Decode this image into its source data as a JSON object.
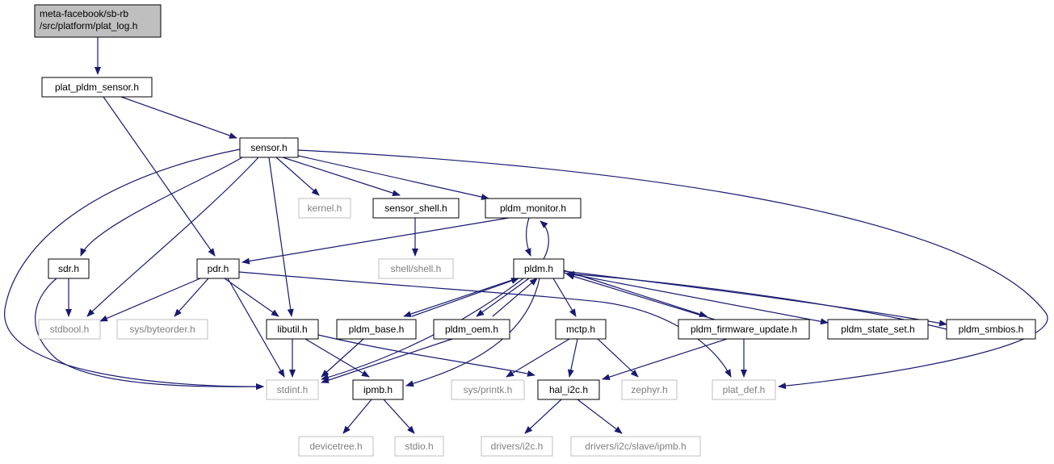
{
  "diagram": {
    "colors": {
      "edge": "#191970",
      "root_fill": "#bfbfbf",
      "node_border": "#000000",
      "missing_border": "#bfbfbf",
      "missing_text": "#7f7f7f"
    },
    "nodes": [
      {
        "id": "root",
        "lines": [
          "meta-facebook/sb-rb",
          "/src/platform/plat_log.h"
        ],
        "kind": "root"
      },
      {
        "id": "plat_pldm_sensor",
        "lines": [
          "plat_pldm_sensor.h"
        ],
        "kind": "normal"
      },
      {
        "id": "sensor",
        "lines": [
          "sensor.h"
        ],
        "kind": "normal"
      },
      {
        "id": "sdr",
        "lines": [
          "sdr.h"
        ],
        "kind": "normal"
      },
      {
        "id": "pdr",
        "lines": [
          "pdr.h"
        ],
        "kind": "normal"
      },
      {
        "id": "kernel",
        "lines": [
          "kernel.h"
        ],
        "kind": "missing"
      },
      {
        "id": "sensor_shell",
        "lines": [
          "sensor_shell.h"
        ],
        "kind": "normal"
      },
      {
        "id": "pldm_monitor",
        "lines": [
          "pldm_monitor.h"
        ],
        "kind": "normal"
      },
      {
        "id": "shell_shell",
        "lines": [
          "shell/shell.h"
        ],
        "kind": "missing"
      },
      {
        "id": "pldm",
        "lines": [
          "pldm.h"
        ],
        "kind": "normal"
      },
      {
        "id": "stdbool",
        "lines": [
          "stdbool.h"
        ],
        "kind": "missing"
      },
      {
        "id": "sys_byteorder",
        "lines": [
          "sys/byteorder.h"
        ],
        "kind": "missing"
      },
      {
        "id": "libutil",
        "lines": [
          "libutil.h"
        ],
        "kind": "normal"
      },
      {
        "id": "pldm_base",
        "lines": [
          "pldm_base.h"
        ],
        "kind": "normal"
      },
      {
        "id": "pldm_oem",
        "lines": [
          "pldm_oem.h"
        ],
        "kind": "normal"
      },
      {
        "id": "mctp",
        "lines": [
          "mctp.h"
        ],
        "kind": "normal"
      },
      {
        "id": "pldm_firmware_update",
        "lines": [
          "pldm_firmware_update.h"
        ],
        "kind": "normal"
      },
      {
        "id": "pldm_state_set",
        "lines": [
          "pldm_state_set.h"
        ],
        "kind": "normal"
      },
      {
        "id": "pldm_smbios",
        "lines": [
          "pldm_smbios.h"
        ],
        "kind": "normal"
      },
      {
        "id": "stdint",
        "lines": [
          "stdint.h"
        ],
        "kind": "missing"
      },
      {
        "id": "ipmb",
        "lines": [
          "ipmb.h"
        ],
        "kind": "normal"
      },
      {
        "id": "sys_printk",
        "lines": [
          "sys/printk.h"
        ],
        "kind": "missing"
      },
      {
        "id": "hal_i2c",
        "lines": [
          "hal_i2c.h"
        ],
        "kind": "normal"
      },
      {
        "id": "zephyr",
        "lines": [
          "zephyr.h"
        ],
        "kind": "missing"
      },
      {
        "id": "plat_def",
        "lines": [
          "plat_def.h"
        ],
        "kind": "missing"
      },
      {
        "id": "devicetree",
        "lines": [
          "devicetree.h"
        ],
        "kind": "missing"
      },
      {
        "id": "stdio",
        "lines": [
          "stdio.h"
        ],
        "kind": "missing"
      },
      {
        "id": "drivers_i2c",
        "lines": [
          "drivers/i2c.h"
        ],
        "kind": "missing"
      },
      {
        "id": "drivers_i2c_slave_ipmb",
        "lines": [
          "drivers/i2c/slave/ipmb.h"
        ],
        "kind": "missing"
      }
    ],
    "edges": [
      {
        "from": "root",
        "to": "plat_pldm_sensor"
      },
      {
        "from": "plat_pldm_sensor",
        "to": "sensor"
      },
      {
        "from": "plat_pldm_sensor",
        "to": "pdr"
      },
      {
        "from": "sensor",
        "to": "sdr"
      },
      {
        "from": "sensor",
        "to": "stdbool"
      },
      {
        "from": "sensor",
        "to": "libutil"
      },
      {
        "from": "sensor",
        "to": "kernel"
      },
      {
        "from": "sensor",
        "to": "sensor_shell"
      },
      {
        "from": "sensor",
        "to": "pldm_monitor"
      },
      {
        "from": "sensor",
        "to": "stdint"
      },
      {
        "from": "sensor",
        "to": "plat_def"
      },
      {
        "from": "sensor_shell",
        "to": "shell_shell"
      },
      {
        "from": "pldm_monitor",
        "to": "pdr"
      },
      {
        "from": "pldm_monitor",
        "to": "pldm"
      },
      {
        "from": "pldm",
        "to": "pldm_monitor"
      },
      {
        "from": "sdr",
        "to": "stdbool"
      },
      {
        "from": "sdr",
        "to": "stdint"
      },
      {
        "from": "pdr",
        "to": "stdbool"
      },
      {
        "from": "pdr",
        "to": "sys_byteorder"
      },
      {
        "from": "pdr",
        "to": "libutil"
      },
      {
        "from": "pdr",
        "to": "stdint"
      },
      {
        "from": "pdr",
        "to": "plat_def"
      },
      {
        "from": "libutil",
        "to": "stdint"
      },
      {
        "from": "libutil",
        "to": "ipmb"
      },
      {
        "from": "libutil",
        "to": "hal_i2c"
      },
      {
        "from": "pldm",
        "to": "pldm_base"
      },
      {
        "from": "pldm_base",
        "to": "pldm"
      },
      {
        "from": "pldm",
        "to": "pldm_oem"
      },
      {
        "from": "pldm_oem",
        "to": "pldm"
      },
      {
        "from": "pldm",
        "to": "mctp"
      },
      {
        "from": "pldm",
        "to": "pldm_firmware_update"
      },
      {
        "from": "pldm_firmware_update",
        "to": "pldm"
      },
      {
        "from": "pldm",
        "to": "pldm_state_set"
      },
      {
        "from": "pldm",
        "to": "pldm_smbios"
      },
      {
        "from": "pldm_smbios",
        "to": "pldm"
      },
      {
        "from": "pldm",
        "to": "stdint"
      },
      {
        "from": "pldm",
        "to": "ipmb"
      },
      {
        "from": "pldm_base",
        "to": "stdint"
      },
      {
        "from": "pldm_oem",
        "to": "stdint"
      },
      {
        "from": "mctp",
        "to": "sys_printk"
      },
      {
        "from": "mctp",
        "to": "hal_i2c"
      },
      {
        "from": "mctp",
        "to": "zephyr"
      },
      {
        "from": "pldm_firmware_update",
        "to": "hal_i2c"
      },
      {
        "from": "pldm_firmware_update",
        "to": "plat_def"
      },
      {
        "from": "ipmb",
        "to": "devicetree"
      },
      {
        "from": "ipmb",
        "to": "stdio"
      },
      {
        "from": "hal_i2c",
        "to": "drivers_i2c"
      },
      {
        "from": "hal_i2c",
        "to": "drivers_i2c_slave_ipmb"
      }
    ]
  }
}
